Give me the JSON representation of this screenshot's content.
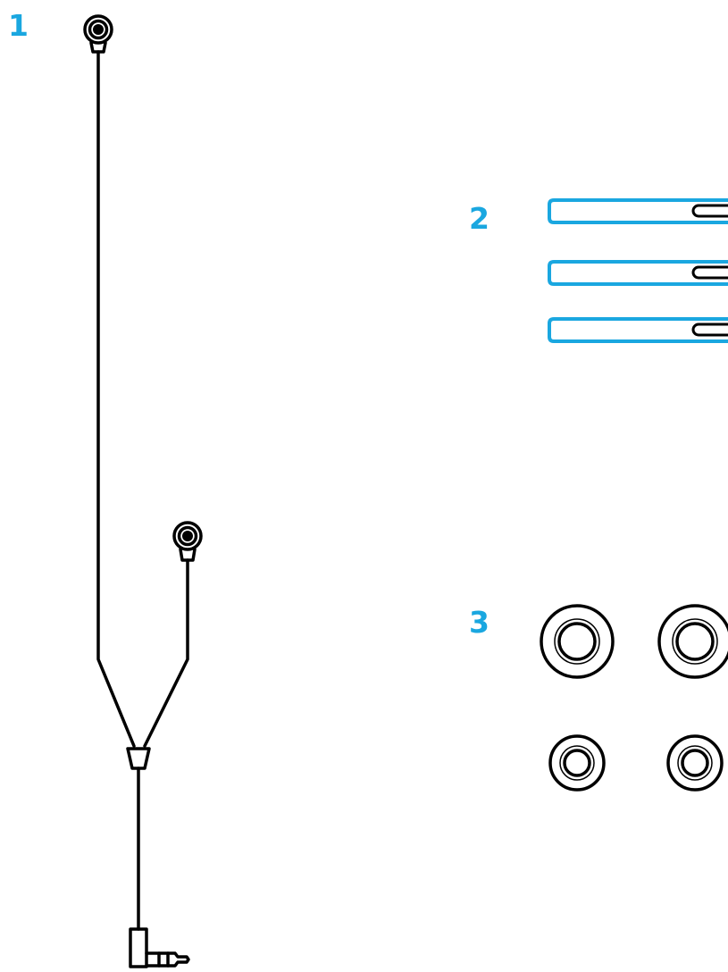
{
  "accent_color": "#1aa7e0",
  "line_color": "#000000",
  "steps": [
    {
      "number": "1",
      "item": "earphone-cable-with-splitter-and-jack"
    },
    {
      "number": "2",
      "item": "cable-clips",
      "count": 3
    },
    {
      "number": "3",
      "item": "ear-tips",
      "count": 4
    }
  ]
}
